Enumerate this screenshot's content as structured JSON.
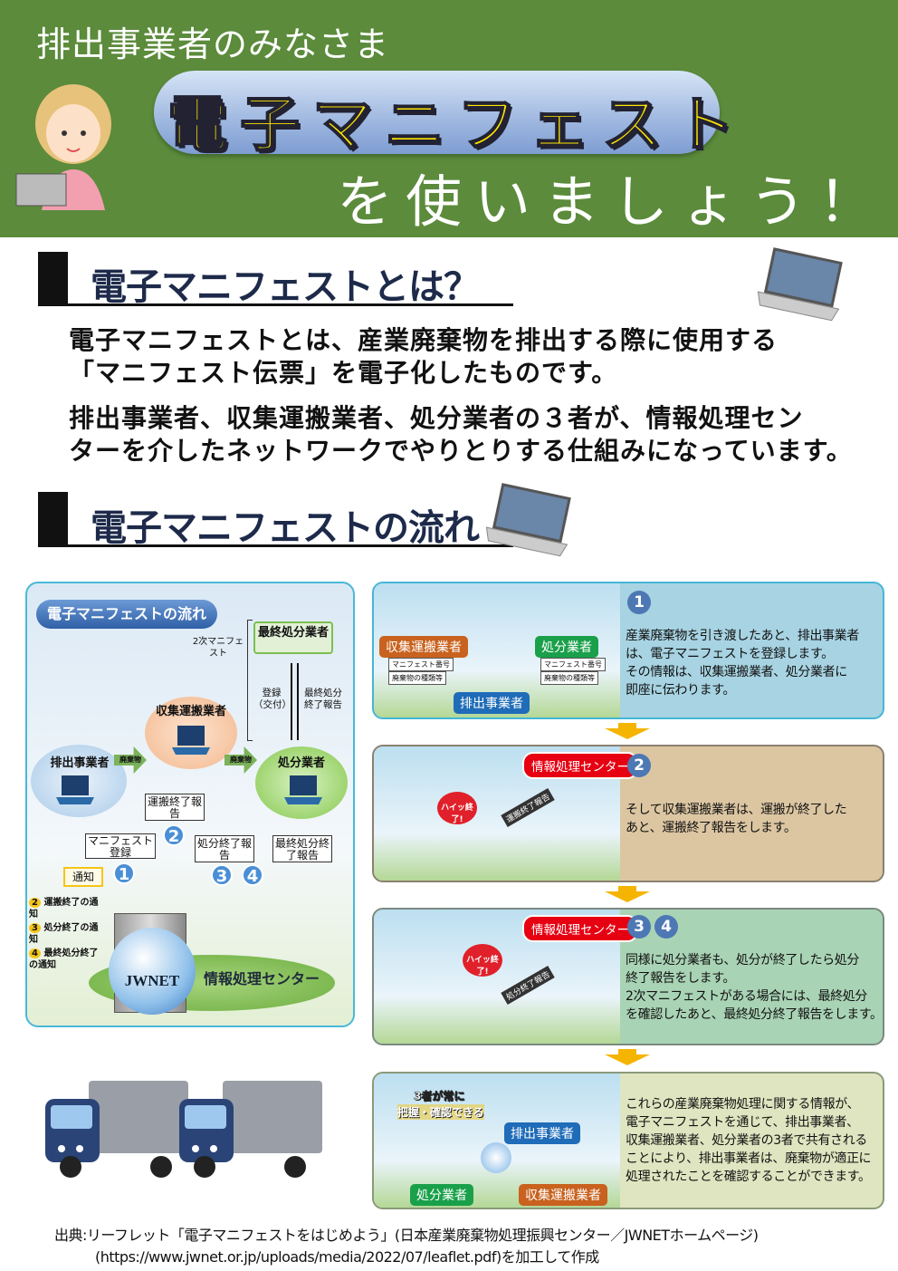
{
  "header": {
    "subtitle": "排出事業者のみなさま",
    "title": "電子マニフェスト",
    "tagline": "を使いましょう！"
  },
  "section1": {
    "heading": "電子マニフェストとは？",
    "paragraphs": [
      "電子マニフェストとは、産業廃棄物を排出する際に使用する",
      "「マニフェスト伝票」を電子化したものです。",
      "排出事業者、収集運搬業者、処分業者の３者が、情報処理セン",
      "ターを介したネットワークでやりとりする仕組みになっています。"
    ]
  },
  "section2": {
    "heading": "電子マニフェストの流れ"
  },
  "diagram": {
    "badge": "電子マニフェストの流れ",
    "final_disposer": "最終処分業者",
    "secondary_manifest": "2次マニフェスト",
    "register": "登録（交付）",
    "final_report": "最終処分終了報告",
    "collector": "収集運搬業者",
    "discharger": "排出事業者",
    "disposer": "処分業者",
    "waste": "廃棄物",
    "transport_report": "運搬終了報告",
    "manifest_register": "マニフェスト登録",
    "disposal_report": "処分終了報告",
    "final_disposal_report": "最終処分終了報告",
    "notify": "通知",
    "notes": [
      "運搬終了の通知",
      "処分終了の通知",
      "最終処分終了の通知"
    ],
    "center": "情報処理センター",
    "logo": "JWNET"
  },
  "panels": [
    {
      "num": [
        "1"
      ],
      "labels": {
        "collector": "収集運搬業者",
        "disposer": "処分業者",
        "discharger": "排出事業者",
        "manifest_no": "マニフェスト番号",
        "waste_type": "廃棄物の種類等"
      },
      "lines": [
        "産業廃棄物を引き渡したあと、排出事業者",
        "は、電子マニフェストを登録します。",
        "その情報は、収集運搬業者、処分業者に",
        "即座に伝わります。"
      ]
    },
    {
      "num": [
        "2"
      ],
      "center": "情報処理センター",
      "bubble": "ハイッ終了!",
      "report": "運搬終了報告",
      "lines": [
        "そして収集運搬業者は、運搬が終了した",
        "あと、運搬終了報告をします。"
      ]
    },
    {
      "num": [
        "3",
        "4"
      ],
      "center": "情報処理センター",
      "bubble": "ハイッ終了!",
      "report": "処分終了報告",
      "lines": [
        "同様に処分業者も、処分が終了したら処分",
        "終了報告をします。",
        "2次マニフェストがある場合には、最終処分",
        "を確認したあと、最終処分終了報告をします。"
      ]
    },
    {
      "caption1": "3者が常に",
      "caption2": "把握・確認できる",
      "labels": {
        "discharger": "排出事業者",
        "disposer": "処分業者",
        "collector": "収集運搬業者"
      },
      "lines": [
        "これらの産業廃棄物処理に関する情報が、",
        "電子マニフェストを通じて、排出事業者、",
        "収集運搬業者、処分業者の3者で共有される",
        "ことにより、排出事業者は、廃棄物が適正に",
        "処理されたことを確認することができます。"
      ]
    }
  ],
  "footer": {
    "source": "出典:リーフレット「電子マニフェストをはじめよう」(日本産業廃棄物処理振興センター／JWNETホームページ)",
    "url_note": "(https://www.jwnet.or.jp/uploads/media/2022/07/leaflet.pdf)を加工して作成"
  },
  "colors": {
    "header_green": "#5b8b3b",
    "title_yellow": "#ffe600",
    "collector_orange": "#c8621e",
    "disposer_green": "#1aa04a",
    "discharger_blue": "#1f6cb8",
    "center_red": "#e60012"
  }
}
